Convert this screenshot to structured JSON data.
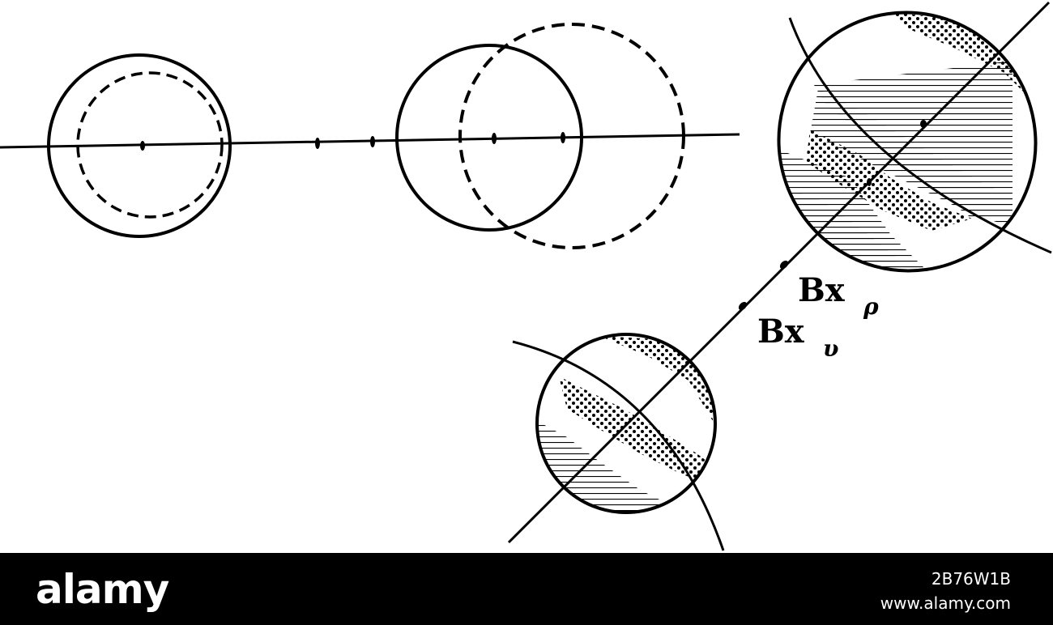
{
  "labels": {
    "upper_main": "Bx",
    "upper_sub": "ρ",
    "lower_main": "Bx",
    "lower_sub": "υ"
  },
  "watermark": {
    "brand": "alamy",
    "image_id": "2B76W1B",
    "site": "www.alamy.com"
  },
  "colors": {
    "ink": "#000000",
    "paper": "#ffffff",
    "bar": "#000000"
  }
}
